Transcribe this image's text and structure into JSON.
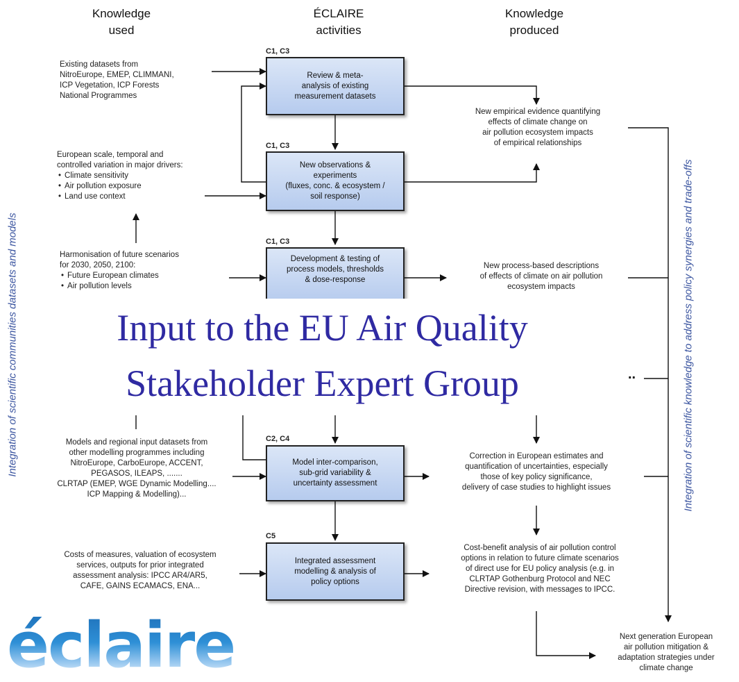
{
  "headers": {
    "left": [
      "Knowledge",
      "used"
    ],
    "middle": [
      "ÉCLAIRE",
      "activities"
    ],
    "right": [
      "Knowledge",
      "produced"
    ]
  },
  "codes": [
    "C1, C3",
    "C1, C3",
    "C1, C3",
    "C2, C4",
    "C5"
  ],
  "boxes": [
    [
      "Review & meta-",
      "analysis of existing",
      "measurement datasets"
    ],
    [
      "New observations &",
      "experiments",
      "(fluxes, conc. & ecosystem /",
      "soil response)"
    ],
    [
      "Development & testing of",
      "process models, thresholds",
      "& dose-response"
    ],
    [
      "Model inter-comparison,",
      "sub-grid variability &",
      "uncertainty assessment"
    ],
    [
      "Integrated assessment",
      "modelling & analysis of",
      "policy options"
    ]
  ],
  "left_texts": {
    "datasets": [
      "Existing datasets from",
      "NitroEurope, EMEP, CLIMMANI,",
      "ICP Vegetation, ICP Forests",
      "National Programmes"
    ],
    "variation_intro": [
      "European scale, temporal and",
      "controlled variation in major drivers:"
    ],
    "variation_items": [
      "Climate sensitivity",
      "Air pollution exposure",
      "Land use context"
    ],
    "scenarios_intro": [
      "Harmonisation of future scenarios",
      "for 2030, 2050, 2100:"
    ],
    "scenarios_items": [
      "Future European climates",
      "Air pollution levels"
    ],
    "models": [
      "Models and regional input datasets from",
      "other modelling programmes including",
      "NitroEurope, CarboEurope, ACCENT,",
      "PEGASOS, ILEAPS, .......",
      "CLRTAP (EMEP, WGE Dynamic Modelling....",
      "ICP Mapping & Modelling)..."
    ],
    "costs": [
      "Costs of measures, valuation of ecosystem",
      "services, outputs for prior integrated",
      "assessment analysis: IPCC AR4/AR5,",
      "CAFE, GAINS ECAMACS, ENA..."
    ]
  },
  "right_texts": {
    "empirical": [
      "New empirical evidence quantifying",
      "effects of climate change on",
      "air pollution ecosystem impacts",
      "of empirical relationships"
    ],
    "process": [
      "New process-based descriptions",
      "of effects of climate on air pollution",
      "ecosystem impacts"
    ],
    "corrections": [
      "Correction in European estimates and",
      "quantification of uncertainties, especially",
      "those of key policy significance,",
      "delivery of case studies to highlight issues"
    ],
    "costbenefit": [
      "Cost-benefit analysis of air pollution control",
      "options in relation to future climate scenarios",
      "of direct use for EU policy analysis (e.g. in",
      "CLRTAP Gothenburg Protocol and NEC",
      "Directive revision, with messages to IPCC."
    ],
    "final": [
      "Next generation European",
      "air pollution mitigation &",
      "adaptation strategies under",
      "climate change"
    ],
    "dots": ".."
  },
  "side_labels": {
    "left": "Integration of scientific communities datasets and models",
    "right": "Integration of scientific knowledge to address policy synergies and trade-offs"
  },
  "overlay": [
    "Input to the EU Air Quality",
    "Stakeholder Expert Group"
  ],
  "logo": "éclaire"
}
